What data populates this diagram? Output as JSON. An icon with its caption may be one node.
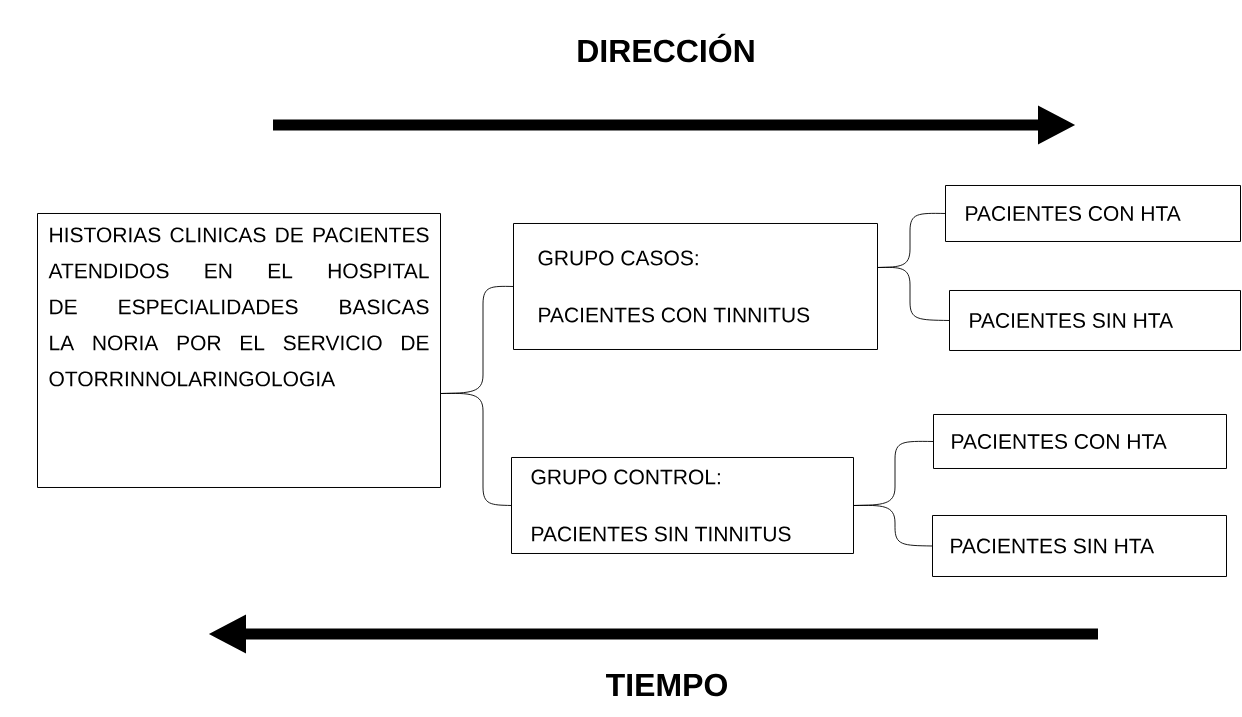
{
  "diagram": {
    "nodes": [
      {
        "text": [
          "HISTORIAS CLINICAS DE PACIENTES ATENDIDOS EN EL HOSPITAL DE ESPECIALIDADES BASICAS LA NORIA POR EL SERVICIO DE OTORRINNOLARINGOLOGIA"
        ]
      },
      {
        "text": [
          "GRUPO CASOS:",
          "PACIENTES CON TINNITUS"
        ]
      },
      {
        "text": [
          "GRUPO CONTROL:",
          "PACIENTES SIN TINNITUS"
        ]
      },
      {
        "text": [
          "PACIENTES CON HTA"
        ]
      },
      {
        "text": [
          "PACIENTES SIN HTA"
        ]
      },
      {
        "text": [
          "PACIENTES CON HTA"
        ]
      },
      {
        "text": [
          "PACIENTES SIN HTA"
        ]
      }
    ],
    "edges": [
      {
        "from": 0,
        "to": 1,
        "arrow": "none"
      },
      {
        "from": 0,
        "to": 2,
        "arrow": "none"
      },
      {
        "from": 1,
        "to": 3,
        "arrow": "none"
      },
      {
        "from": 1,
        "to": 4,
        "arrow": "none"
      },
      {
        "from": 2,
        "to": 5,
        "arrow": "none"
      },
      {
        "from": 2,
        "to": 6,
        "arrow": "none"
      }
    ],
    "labels": [
      "DIRECCIÓN",
      "TIEMPO"
    ]
  }
}
